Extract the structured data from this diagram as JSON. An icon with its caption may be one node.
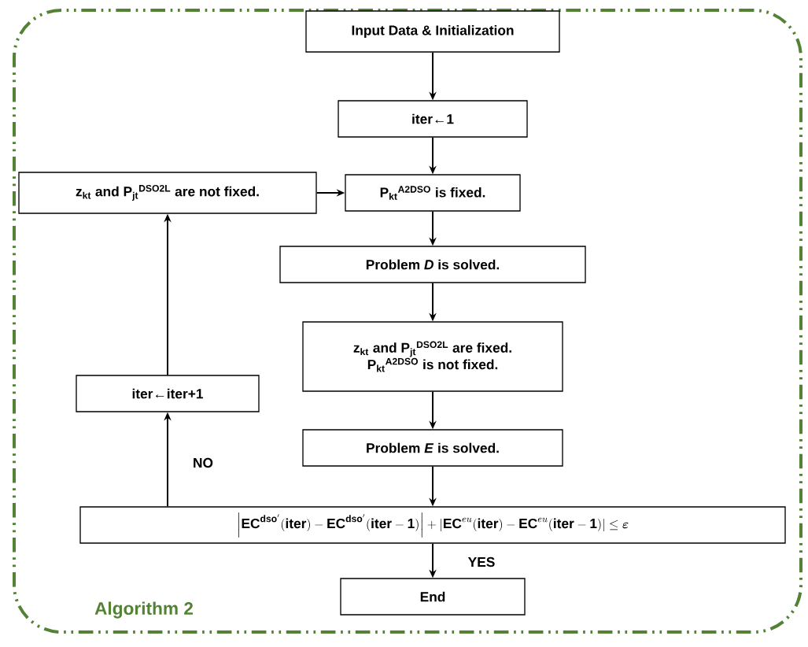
{
  "diagram": {
    "nodes": [
      {
        "text": [
          "Algorithm 2"
        ]
      },
      {
        "text": [
          "Input Data & Initialization"
        ],
        "in": 0
      },
      {
        "text": [
          "iter←1"
        ],
        "in": 0
      },
      {
        "text": [
          "z$_{kt}$ and P$_{jt}$$^{DSO2L}$ are not fixed."
        ],
        "in": 0
      },
      {
        "text": [
          "P$_{kt}$$^{A2DSO}$ is fixed."
        ],
        "in": 0
      },
      {
        "text": [
          "Problem *D* is solved."
        ],
        "in": 0
      },
      {
        "text": [
          "z$_{kt}$ and P$_{jt}$$^{DSO2L}$ are fixed.",
          "P$_{kt}$$^{A2DSO}$ is not fixed."
        ],
        "in": 0
      },
      {
        "text": [
          "Problem *E* is solved."
        ],
        "in": 0
      },
      {
        "text": [
          "\\left|\\mathbf{EC}^{\\mathbf{dso}'}(\\mathbf{iter})-\\mathbf{EC}^{\\mathbf{dso}'}(\\mathbf{iter}-\\mathbf{1})\\right|+|\\mathbf{EC}^{eu}(\\mathbf{iter})-\\mathbf{EC}^{eu}(\\mathbf{iter}-\\mathbf{1})|\\leq\\boldsymbol{\\varepsilon}"
        ],
        "in": 0
      },
      {
        "text": [
          "End"
        ],
        "in": 0
      },
      {
        "text": [
          "iter←iter+1"
        ],
        "in": 0
      }
    ],
    "edges": [
      {
        "from": 1,
        "to": 2,
        "arrow": "to"
      },
      {
        "from": 2,
        "to": 4,
        "arrow": "to"
      },
      {
        "from": 3,
        "to": 4,
        "arrow": "to"
      },
      {
        "from": 4,
        "to": 5,
        "arrow": "to"
      },
      {
        "from": 5,
        "to": 6,
        "arrow": "to"
      },
      {
        "from": 6,
        "to": 7,
        "arrow": "to"
      },
      {
        "from": 7,
        "to": 8,
        "arrow": "to"
      },
      {
        "from": 8,
        "to": 9,
        "arrow": "to",
        "label": "YES"
      },
      {
        "from": 8,
        "to": 10,
        "arrow": "to",
        "label": "NO"
      },
      {
        "from": 10,
        "to": 3,
        "arrow": "to"
      }
    ]
  }
}
